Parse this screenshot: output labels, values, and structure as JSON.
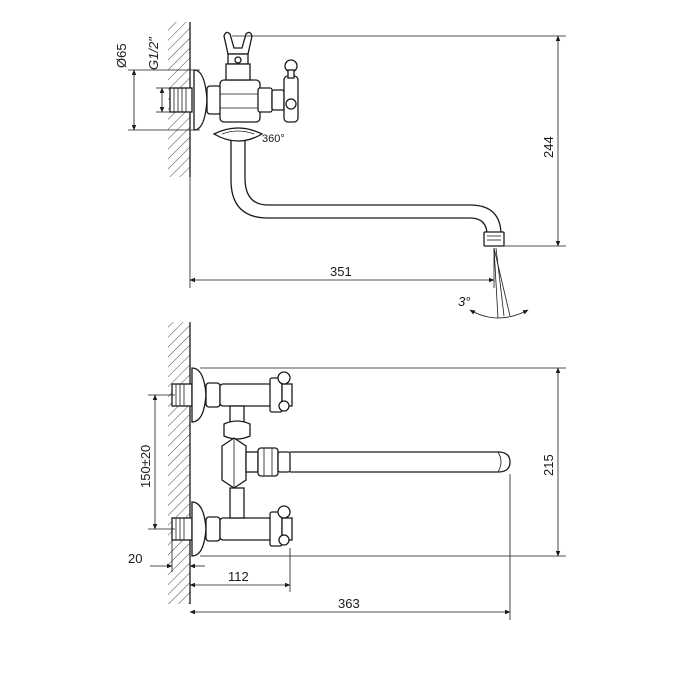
{
  "top_view": {
    "diameter_label": "Ø65",
    "thread_label": "G1/2\"",
    "rotation_label": "360°",
    "height_label": "244",
    "length_label": "351",
    "angle_label": "3°"
  },
  "front_view": {
    "spacing_label": "150±20",
    "height_label": "215",
    "offset_label": "20",
    "body_length_label": "112",
    "total_length_label": "363"
  }
}
